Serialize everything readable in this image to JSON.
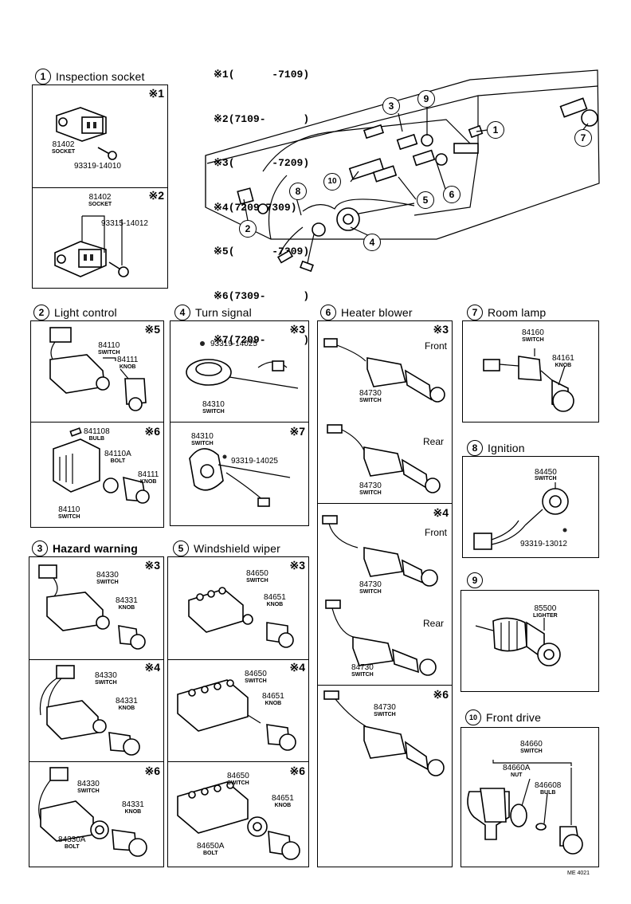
{
  "legend": [
    {
      "mark": "※1",
      "range": "(      -7109)"
    },
    {
      "mark": "※2",
      "range": "(7109-      )"
    },
    {
      "mark": "※3",
      "range": "(      -7209)"
    },
    {
      "mark": "※4",
      "range": "(7209-7309)"
    },
    {
      "mark": "※5",
      "range": "(      -7309)"
    },
    {
      "mark": "※6",
      "range": "(7309-      )"
    },
    {
      "mark": "※7",
      "range": "(7209-      )"
    }
  ],
  "overview_callouts": [
    "1",
    "2",
    "3",
    "4",
    "5",
    "6",
    "7",
    "8",
    "9",
    "10"
  ],
  "sections": {
    "inspection_socket": {
      "num": "1",
      "title": "Inspection socket",
      "panels": [
        {
          "mark": "※1",
          "parts": [
            {
              "no": "81402",
              "name": "SOCKET"
            },
            {
              "no": "93319-14010",
              "name": ""
            }
          ]
        },
        {
          "mark": "※2",
          "parts": [
            {
              "no": "81402",
              "name": "SOCKET"
            },
            {
              "no": "93315-14012",
              "name": ""
            }
          ]
        }
      ]
    },
    "light_control": {
      "num": "2",
      "title": "Light control",
      "panels": [
        {
          "mark": "※5",
          "parts": [
            {
              "no": "84110",
              "name": "SWITCH"
            },
            {
              "no": "84111",
              "name": "KNOB"
            }
          ]
        },
        {
          "mark": "※6",
          "parts": [
            {
              "no": "841108",
              "name": "BULB"
            },
            {
              "no": "84110A",
              "name": "BOLT"
            },
            {
              "no": "84111",
              "name": "KNOB"
            },
            {
              "no": "84110",
              "name": "SWITCH"
            }
          ]
        }
      ]
    },
    "turn_signal": {
      "num": "4",
      "title": "Turn signal",
      "panels": [
        {
          "mark": "※3",
          "parts": [
            {
              "no": "93319-14025",
              "name": ""
            },
            {
              "no": "84310",
              "name": "SWITCH"
            }
          ]
        },
        {
          "mark": "※7",
          "parts": [
            {
              "no": "84310",
              "name": "SWITCH"
            },
            {
              "no": "93319-14025",
              "name": ""
            }
          ]
        }
      ]
    },
    "heater_blower": {
      "num": "6",
      "title": "Heater blower",
      "panels": [
        {
          "mark": "※3",
          "sub": [
            {
              "label": "Front",
              "no": "84730",
              "name": "SWITCH"
            },
            {
              "label": "Rear",
              "no": "84730",
              "name": "SWITCH"
            }
          ]
        },
        {
          "mark": "※4",
          "sub": [
            {
              "label": "Front",
              "no": "84730",
              "name": "SWITCH"
            },
            {
              "label": "Rear",
              "no": "84730",
              "name": "SWITCH"
            }
          ]
        },
        {
          "mark": "※6",
          "sub": [
            {
              "label": "",
              "no": "84730",
              "name": "SWITCH"
            }
          ]
        }
      ]
    },
    "room_lamp": {
      "num": "7",
      "title": "Room lamp",
      "parts": [
        {
          "no": "84160",
          "name": "SWITCH"
        },
        {
          "no": "84161",
          "name": "KNOB"
        }
      ]
    },
    "ignition": {
      "num": "8",
      "title": "Ignition",
      "parts": [
        {
          "no": "84450",
          "name": "SWITCH"
        },
        {
          "no": "93319-13012",
          "name": ""
        }
      ]
    },
    "lighter": {
      "num": "9",
      "title": "",
      "parts": [
        {
          "no": "85500",
          "name": "LIGHTER"
        }
      ]
    },
    "front_drive": {
      "num": "10",
      "title": "Front drive",
      "parts": [
        {
          "no": "84660",
          "name": "SWITCH"
        },
        {
          "no": "84660A",
          "name": "NUT"
        },
        {
          "no": "846608",
          "name": "BULB"
        }
      ]
    },
    "hazard_warning": {
      "num": "3",
      "title": "Hazard warning",
      "panels": [
        {
          "mark": "※3",
          "parts": [
            {
              "no": "84330",
              "name": "SWITCH"
            },
            {
              "no": "84331",
              "name": "KNOB"
            }
          ]
        },
        {
          "mark": "※4",
          "parts": [
            {
              "no": "84330",
              "name": "SWITCH"
            },
            {
              "no": "84331",
              "name": "KNOB"
            }
          ]
        },
        {
          "mark": "※6",
          "parts": [
            {
              "no": "84330",
              "name": "SWITCH"
            },
            {
              "no": "84331",
              "name": "KNOB"
            },
            {
              "no": "84330A",
              "name": "BOLT"
            }
          ]
        }
      ]
    },
    "windshield_wiper": {
      "num": "5",
      "title": "Windshield wiper",
      "panels": [
        {
          "mark": "※3",
          "parts": [
            {
              "no": "84650",
              "name": "SWITCH"
            },
            {
              "no": "84651",
              "name": "KNOB"
            }
          ]
        },
        {
          "mark": "※4",
          "parts": [
            {
              "no": "84650",
              "name": "SWITCH"
            },
            {
              "no": "84651",
              "name": "KNOB"
            }
          ]
        },
        {
          "mark": "※6",
          "parts": [
            {
              "no": "84650",
              "name": "SWITCH"
            },
            {
              "no": "84651",
              "name": "KNOB"
            },
            {
              "no": "84650A",
              "name": "BOLT"
            }
          ]
        }
      ]
    }
  },
  "drawing_code": "ME 4021"
}
